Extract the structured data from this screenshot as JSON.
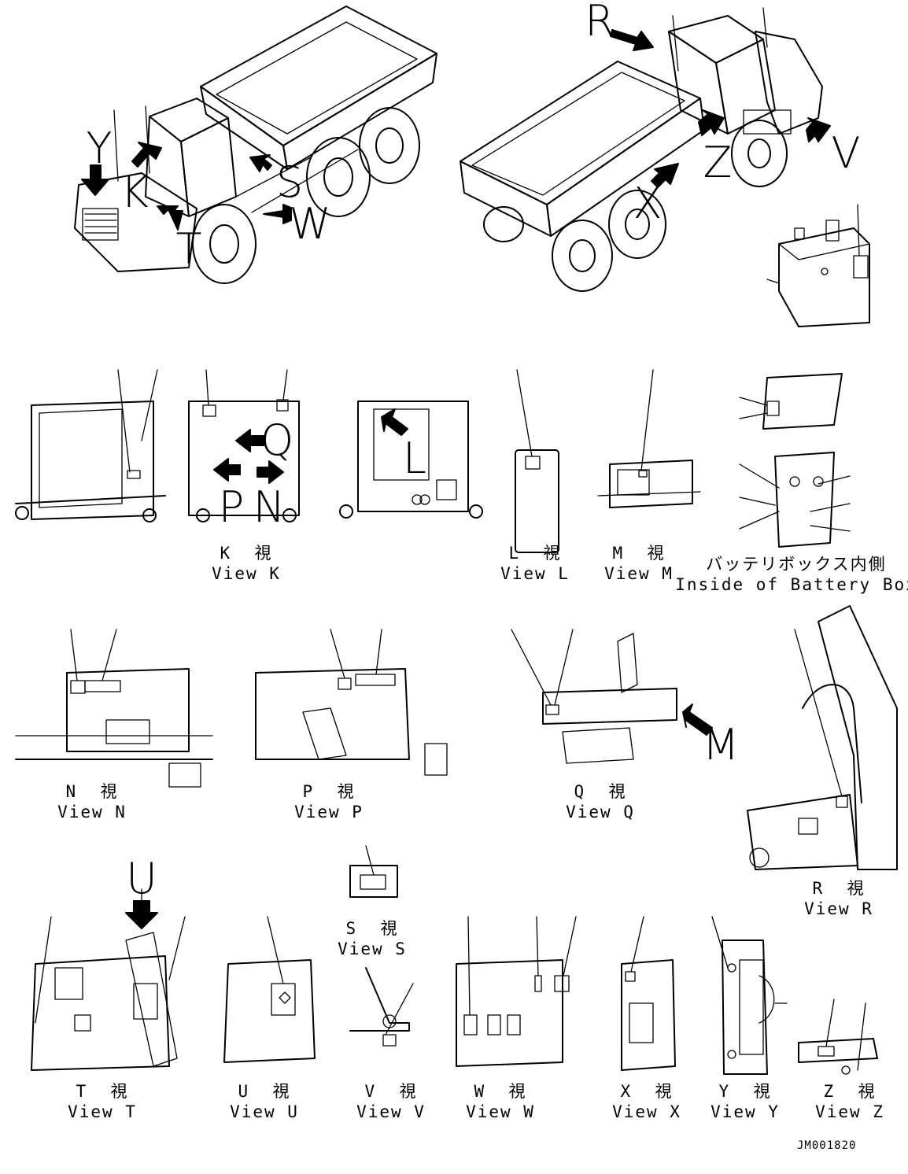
{
  "doc_id": "JM001820",
  "callouts": {
    "Y": "Y",
    "K": "K",
    "T": "T",
    "S": "S",
    "W": "W",
    "R": "R",
    "Z": "Z",
    "X": "X",
    "V": "V",
    "Q": "Q",
    "P": "P",
    "N": "N",
    "L": "L",
    "M": "M",
    "U": "U"
  },
  "views": [
    {
      "id": "K",
      "jp": "K  視",
      "en": "View K"
    },
    {
      "id": "L",
      "jp": "L  視",
      "en": "View L"
    },
    {
      "id": "M",
      "jp": "M  視",
      "en": "View M"
    },
    {
      "id": "battery",
      "jp": "バッテリボックス内側",
      "en": "Inside of Battery Box"
    },
    {
      "id": "N",
      "jp": "N  視",
      "en": "View N"
    },
    {
      "id": "P",
      "jp": "P  視",
      "en": "View P"
    },
    {
      "id": "Q",
      "jp": "Q  視",
      "en": "View Q"
    },
    {
      "id": "R",
      "jp": "R  視",
      "en": "View R"
    },
    {
      "id": "S",
      "jp": "S  視",
      "en": "View S"
    },
    {
      "id": "T",
      "jp": "T  視",
      "en": "View T"
    },
    {
      "id": "U",
      "jp": "U  視",
      "en": "View U"
    },
    {
      "id": "V",
      "jp": "V  視",
      "en": "View V"
    },
    {
      "id": "W",
      "jp": "W  視",
      "en": "View W"
    },
    {
      "id": "X",
      "jp": "X  視",
      "en": "View X"
    },
    {
      "id": "Y",
      "jp": "Y  視",
      "en": "View Y"
    },
    {
      "id": "Z",
      "jp": "Z  視",
      "en": "View Z"
    }
  ]
}
